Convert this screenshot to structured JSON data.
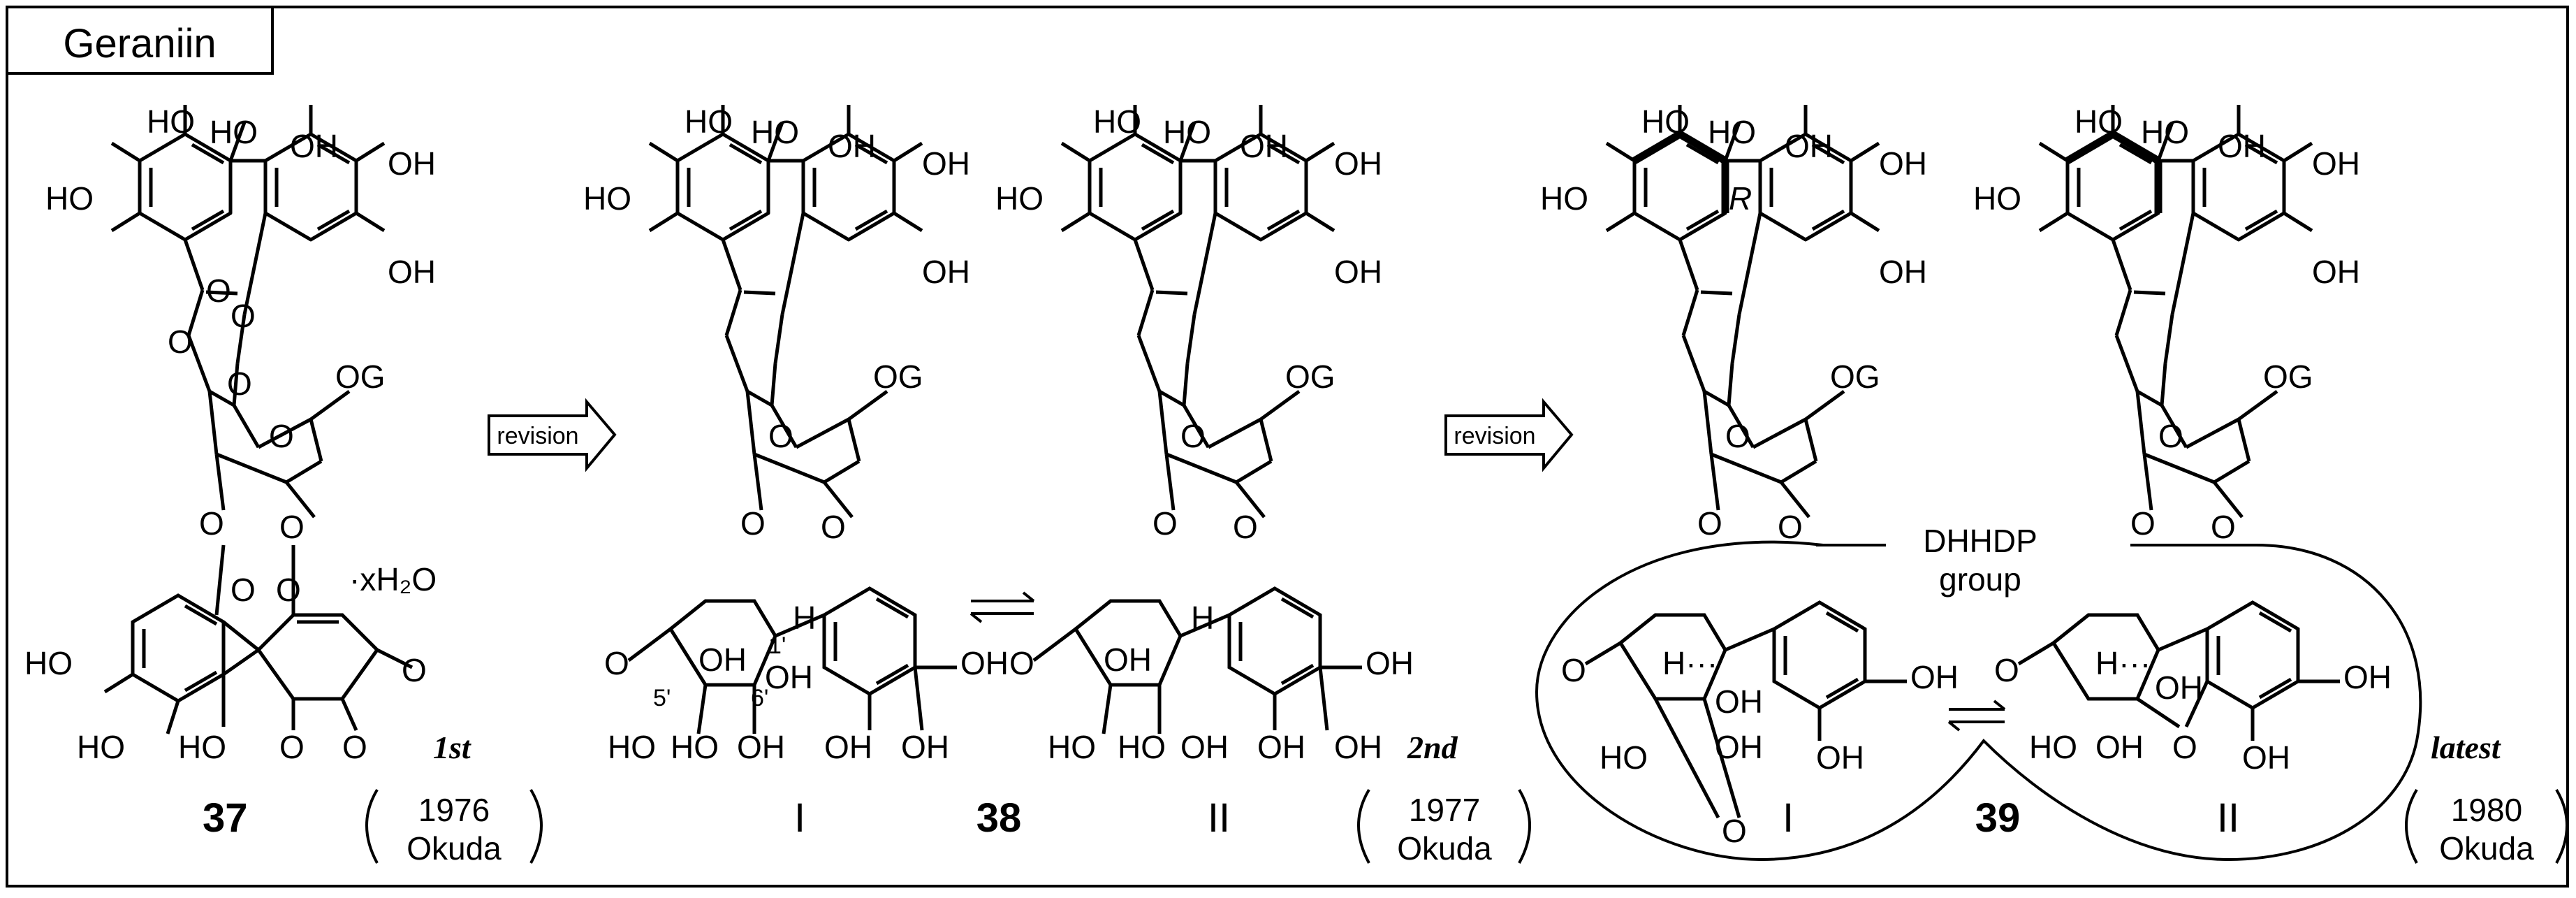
{
  "title_tab": "Geraniin",
  "arrows": {
    "revision_1": "revision",
    "revision_2": "revision"
  },
  "atoms": {
    "ho": "HO",
    "oh": "OH",
    "o": "O",
    "og": "OG",
    "h": "H",
    "h_dash": "H···",
    "hydrate": "·xH₂O",
    "r_label": "R",
    "ring_I": "I",
    "ring_II": "II"
  },
  "locants": {
    "five_prime": "5'",
    "six_prime": "6'",
    "one_prime": "1'"
  },
  "dhhdp": {
    "line1": "DHHDP",
    "line2": "group"
  },
  "structures": [
    {
      "number": "37",
      "order": "1st",
      "year": "1976",
      "author": "Okuda"
    },
    {
      "number": "38",
      "order": "2nd",
      "year": "1977",
      "author": "Okuda"
    },
    {
      "number": "39",
      "order": "latest",
      "year": "1980",
      "author": "Okuda"
    }
  ]
}
